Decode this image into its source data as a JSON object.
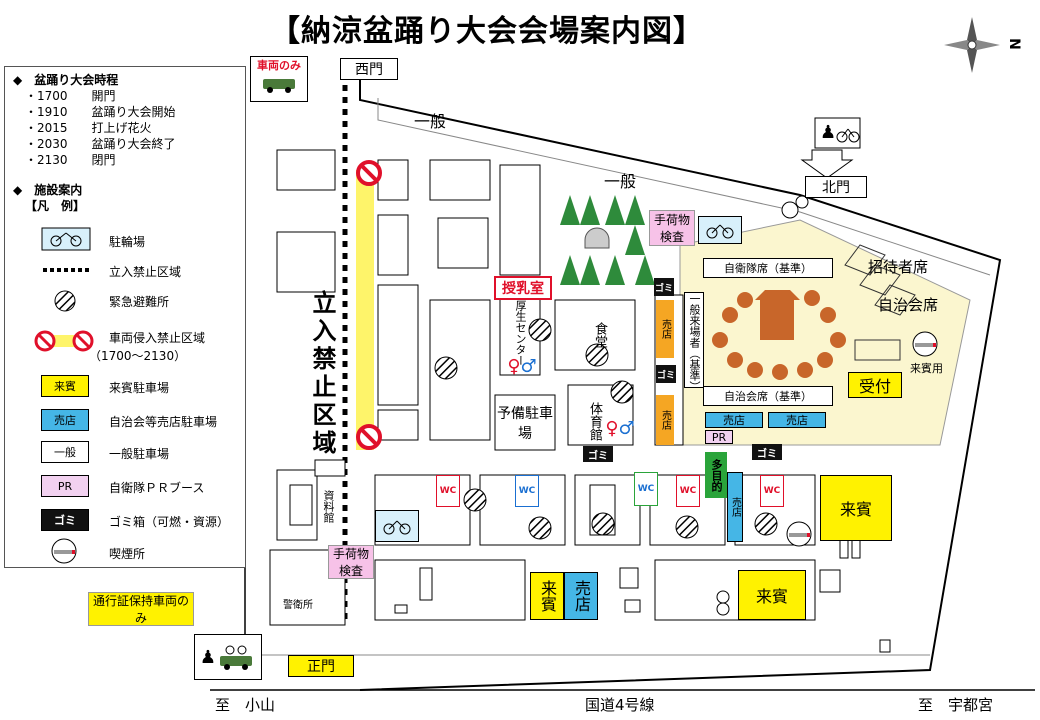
{
  "title": "【納涼盆踊り大会会場案内図】",
  "legend": {
    "schedule_heading": "◆　盆踊り大会時程",
    "schedule": [
      "・1700　　開門",
      "・1910　　盆踊り大会開始",
      "・2015　　打上げ花火",
      "・2030　　盆踊り大会終了",
      "・2130　　閉門"
    ],
    "facility_heading": "◆　施設案内",
    "key_heading": "【凡　例】",
    "items": {
      "bicycle": "駐輪場",
      "restricted": "立入禁止区域",
      "evac": "緊急避難所",
      "no_entry": "車両侵入禁止区域",
      "no_entry_time": "（1700～2130）",
      "guest_tag": "来賓",
      "guest": "来賓駐車場",
      "shop_tag": "売店",
      "shop": "自治会等売店駐車場",
      "general_tag": "一般",
      "general": "一般駐車場",
      "pr_tag": "PR",
      "pr": "自衛隊ＰＲブース",
      "trash_tag": "ゴミ",
      "trash": "ゴミ箱（可燃・資源）",
      "smoking": "喫煙所"
    }
  },
  "map": {
    "vehicles_only": "車両のみ",
    "west_gate": "西門",
    "north_gate": "北門",
    "main_gate": "正門",
    "general1": "一般",
    "general2": "一般",
    "restricted_area": "立入禁止区域",
    "nursing_room": "授乳室",
    "baggage_check_1": "手荷物検査",
    "baggage_check_2": "手荷物検査",
    "welfare_center": "厚生センター",
    "dining": "食堂",
    "gym": "体育館",
    "reserve_parking": "予備駐車場",
    "sdf_seats": "自衛隊席（基準）",
    "assoc_seats": "自治会席（基準）",
    "general_visitors": "一般来場者（基準）",
    "guest_seats_label": "招待者席",
    "assoc_seat_label": "自治会席",
    "reception": "受付",
    "guest_use": "来賓用",
    "shop1": "売店",
    "shop2": "売店",
    "pr_booth": "PR",
    "trash": "ゴミ",
    "shop_v": "売店",
    "guest_lot": "来賓",
    "guest_lot2": "来賓",
    "guest_lot3": "来賓",
    "shop_lot": "売店",
    "multi_wc": "多目的",
    "wc": "WC",
    "archives": "資料館",
    "guardhouse": "警衛所",
    "pass_holders": "通行証保持車両のみ",
    "to_oyama": "至　小山",
    "route4": "国道4号線",
    "to_utsunomiya": "至　宇都宮",
    "north_mark": "N"
  },
  "colors": {
    "legend_border": "#555555",
    "grass": "#fbf6cf",
    "restricted_strip": "#fef46a",
    "shop_blue": "#45b6e6",
    "guest_yellow": "#fff200",
    "baggage_pink": "#f7c2e8",
    "pr_pink": "#f2d1f0",
    "no_entry_red": "#e0102a",
    "dancer_brown": "#c8662a",
    "tree_green": "#2e8b3b",
    "wc_red": "#e0102a",
    "wc_blue": "#1a6fd1",
    "multi_green": "#2aa43a"
  }
}
